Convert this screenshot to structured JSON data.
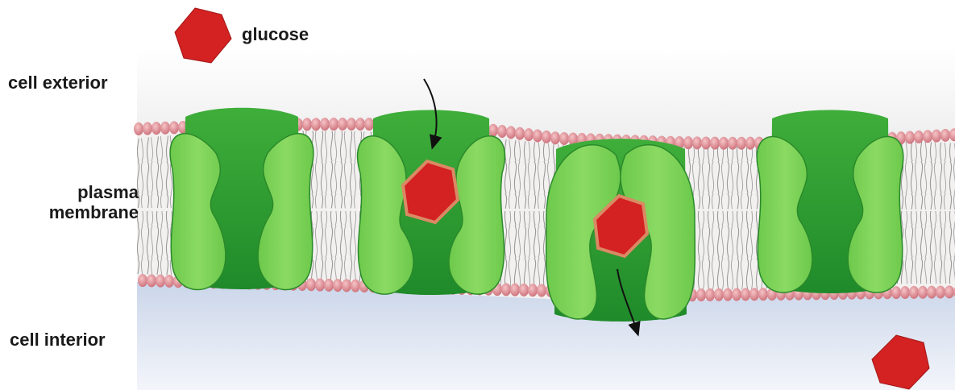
{
  "labels": {
    "glucose": "glucose",
    "cell_exterior": "cell exterior",
    "plasma_membrane_line1": "plasma",
    "plasma_membrane_line2": "membrane",
    "cell_interior": "cell interior"
  },
  "transporter_states": [
    "open-outward-empty",
    "open-outward-bound",
    "open-inward-bound",
    "open-outward-empty"
  ],
  "icons": {
    "glucose": "red-hexagon-icon",
    "arrow": "curved-arrow-icon"
  },
  "colors": {
    "glucose": "#d42121",
    "glucose_outline": "#8a0f0f",
    "transporter_light": "#7fd15a",
    "transporter_dark": "#2c9a2c",
    "lipid_head": "#e3939a",
    "exterior_bg": "#eeeeee",
    "interior_bg": "#d5deec"
  }
}
